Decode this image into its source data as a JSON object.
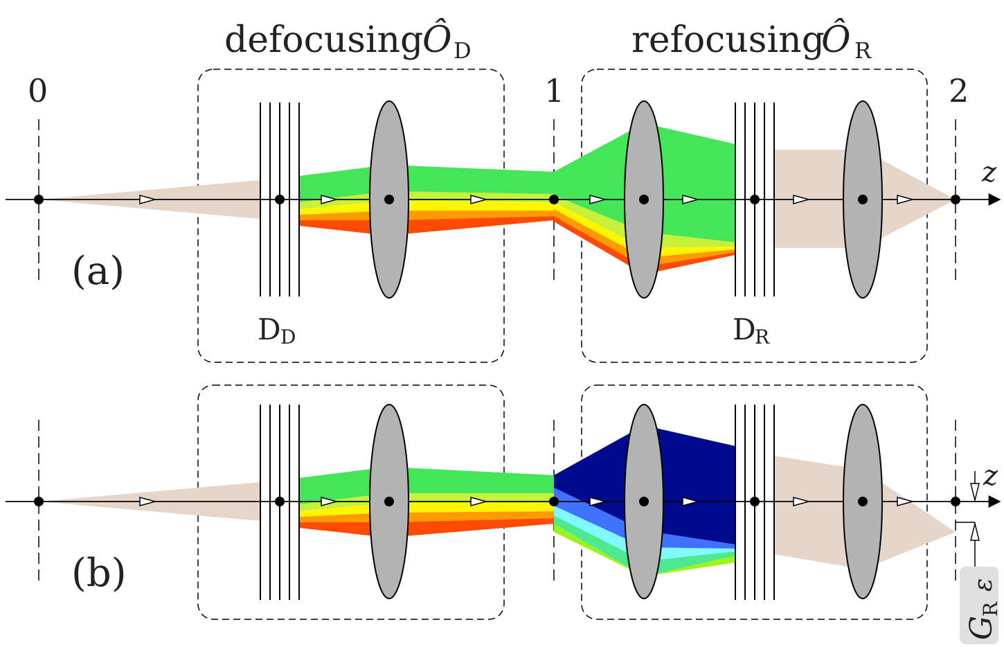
{
  "labels": {
    "defocusing_word": "defocusing",
    "refocusing_word": "refocusing",
    "operator_symbol": "Ô",
    "operator_sub_D": "D",
    "operator_sub_R": "R",
    "plane_0": "0",
    "plane_1": "1",
    "plane_2": "2",
    "axis_z": "z",
    "axis_z_b": "z",
    "panel_a": "(a)",
    "panel_b": "(b)",
    "grating_D_main": "D",
    "grating_D_sub": "D",
    "grating_R_main": "D",
    "grating_R_sub": "R",
    "shift_symbol": "ε",
    "gr_main": "G",
    "gr_sub": "R"
  },
  "colors": {
    "beam_tan": "#e6d6c9",
    "green": "#44e556",
    "yellow_green": "#c6f03a",
    "yellow": "#fff600",
    "orange": "#ff9a00",
    "red": "#ff4a00",
    "navy": "#000a8c",
    "blue": "#3f73ff",
    "cyan": "#7ff9ff",
    "sea_green": "#4de88f",
    "lime": "#9df31c",
    "lens_gray": "#b3b3b3",
    "gr_box": "#e0e0e0"
  },
  "icons": {
    "lens": "ellipse-lens-icon",
    "grating": "vertical-lines-grating-icon",
    "direction": "open-triangle-arrow-icon"
  }
}
